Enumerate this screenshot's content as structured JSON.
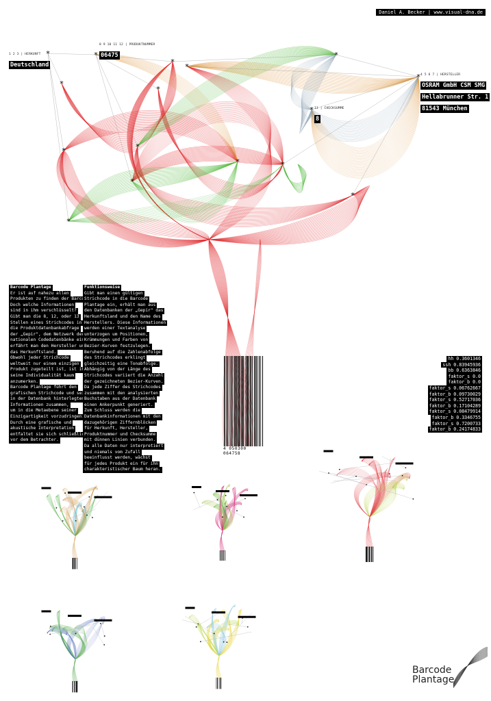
{
  "author": "Daniel A. Becker | www.visual-dna.de",
  "barcode_number": "4 050300 064758",
  "labels": {
    "origin": {
      "key": "1 2 3 | HERKUNFT",
      "value": "Deutschland"
    },
    "product": {
      "key": "8 9 10 11 12 | PRODUKTNUMMER",
      "value": "06475"
    },
    "maker": {
      "key": "4 5 6 7 | HERSTELLER",
      "lines": [
        "OSRAM GmbH CSM SMG",
        "Hellabrunner Str. 1",
        "81543 München"
      ]
    },
    "check": {
      "key": "13 | CHECKSUMME",
      "value": "8"
    }
  },
  "intro": {
    "title": "Barcode Plantage",
    "lines": [
      "Er ist auf nahezu allen",
      "Produkten zu finden der Barcode.",
      "Doch welche Informationen",
      "sind in ihm verschlüsselt?",
      "Gibt man die 8, 12, oder 13",
      "Stellen eines Strichcodes in",
      "die Produktdatenbankabfrage",
      "der „Gepir\", dem Netzwerk der",
      "nationalen Codedatenbänke ein,",
      "erfährt man den Hersteller und",
      "das Herkunftsland.",
      "Obwohl jeder Strichcode",
      "weltweit nur einem einzigen",
      "Produkt zugeteilt ist, ist ihm",
      "seine Individualität kaum",
      "anzumerken.",
      "Barcode Plantage führt den",
      "grafischen Strichcode und seine",
      "in der Datenbank hinterlegten",
      "Informationen zusammen,",
      "um in die Metaebene seiner",
      "Einzigartigkeit vorzudringen.",
      "Durch eine grafische und",
      "akustische Interpretation",
      "entfaltet sie sich schließlich",
      "vor dem Betrachter."
    ]
  },
  "function": {
    "title": "Funktionsweise",
    "lines": [
      "Gibt man einen gültigen",
      "Strichcode in die Barcode",
      "Plantage ein, erhält man aus",
      "den Datenbanken der „Gepir\" das",
      "Herkunftsland und den Name des",
      "Herstellers. Diese Informationen",
      "werden einer Textanalyse",
      "unterzogen um Positionen,",
      "Krümmungen und Farben von",
      "Bezier-Kurven festzulegen.",
      "Beruhend auf die Zahlenabfolge",
      "des Strichcodes erklingt",
      "gleichzeitig eine Tonabfolge.",
      "Abhängig von der Länge des",
      "Strichcodes variiert die Anzahl",
      "der gezeichneten Bezier-Kurven.",
      "Da jede Ziffer des Strichcodes",
      "zusammen mit den analysierten",
      "Buchstaben aus der Datenbank",
      "einen Ankerpunkt generiert.",
      "Zum Schluss werden die",
      "Datenbankinformationen mit den",
      "dazugehörigen Ziffernblöcken",
      "für Herkunft, Hersteller,",
      "Produktnummer und Checksumme",
      "mit dünnen Linien verbunden.",
      "Da alle Daten nur interpretiert",
      "und niemals vom Zufall",
      "beeinflusst werden, wächst",
      "für jedes Produkt ein für ihn",
      "charakteristischer Baum heran."
    ]
  },
  "stats": [
    "hh 0.3601346",
    "ssh 0.83945936",
    "bb 0.6363846",
    "faktor_s 0.0",
    "faktor_b 0.0",
    "faktor_s 0.06762667",
    "faktor_b 0.09730029",
    "faktor_s 0.52717036",
    "faktor_b 0.17104289",
    "faktor_s 0.08479914",
    "faktor_b 0.3346755",
    "faktor_s 0.7200733",
    "faktor_b 0.24174833"
  ],
  "logo": {
    "line1": "Barcode",
    "line2": "Plantage"
  },
  "colors": {
    "red": "#e0262b",
    "green": "#4fb83a",
    "orange": "#d98a2b",
    "gray": "#8fa3b3"
  }
}
